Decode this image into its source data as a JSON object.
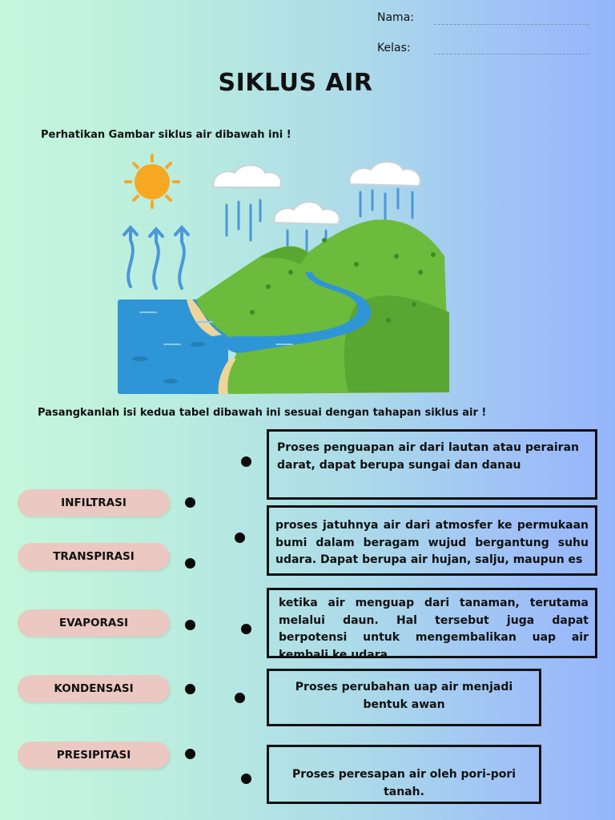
{
  "header": {
    "nama_label": "Nama:",
    "kelas_label": "Kelas:"
  },
  "title": "SIKLUS AIR",
  "instruction_1": "Perhatikan Gambar siklus air dibawah ini !",
  "instruction_2": "Pasangkanlah isi kedua tabel dibawah ini sesuai dengan tahapan siklus air !",
  "terms": [
    {
      "label": "INFILTRASI"
    },
    {
      "label": "TRANSPIRASI"
    },
    {
      "label": "EVAPORASI"
    },
    {
      "label": "KONDENSASI"
    },
    {
      "label": "PRESIPITASI"
    }
  ],
  "definitions": [
    {
      "text": "Proses penguapan air dari lautan atau perairan darat, dapat berupa sungai dan danau"
    },
    {
      "text": "proses jatuhnya air dari atmosfer ke permukaan bumi dalam beragam wujud bergantung suhu udara. Dapat berupa air hujan, salju, maupun es"
    },
    {
      "text": "ketika air menguap dari tanaman, terutama melalui daun. Hal tersebut juga dapat berpotensi untuk mengembalikan uap air kembali ke udara"
    },
    {
      "text": "Proses perubahan uap air menjadi bentuk awan"
    },
    {
      "text": "Proses peresapan air oleh pori-pori tanah."
    }
  ],
  "colors": {
    "water": "#2e95d6",
    "hill": "#6cbb3c",
    "sun": "#f7a823",
    "pill": "#ebc8c1"
  }
}
